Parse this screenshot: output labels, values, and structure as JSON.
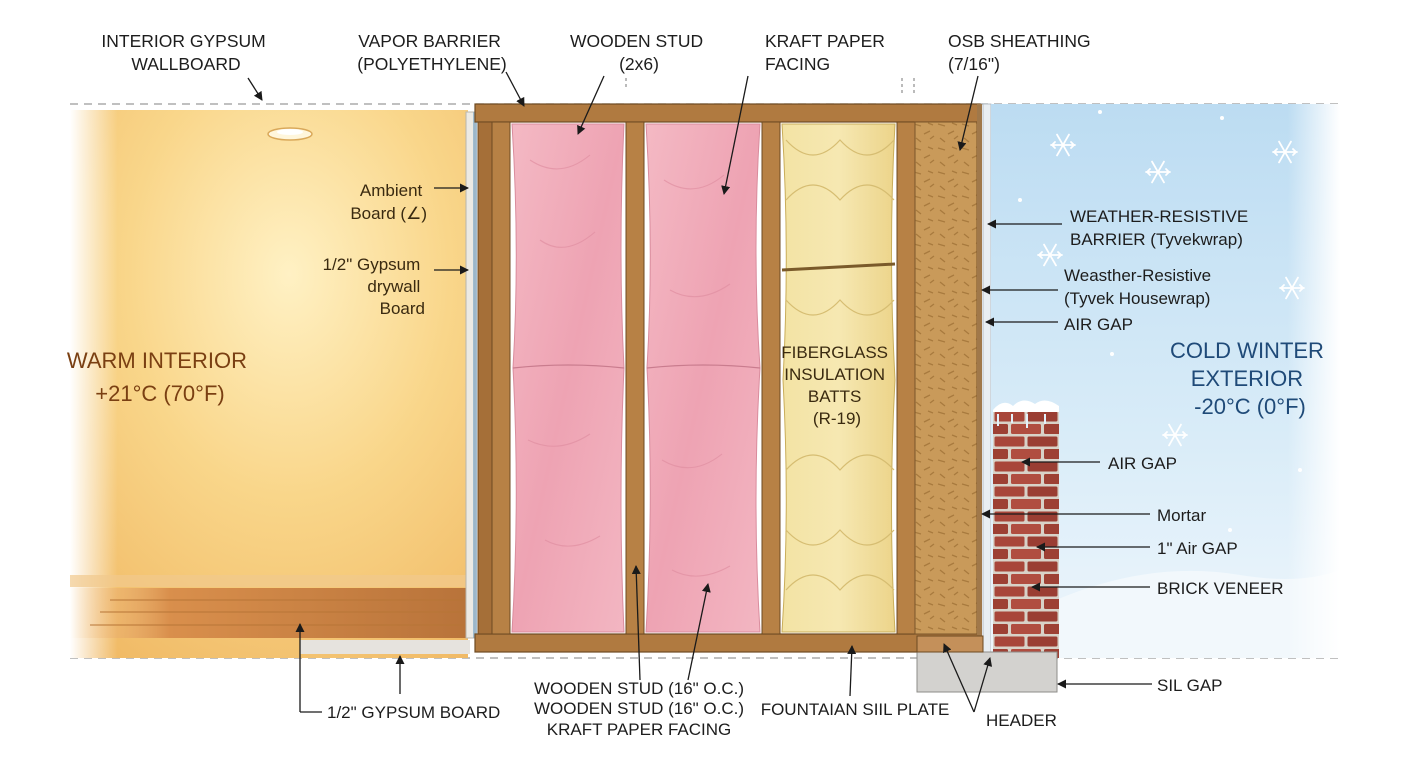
{
  "diagram": {
    "top_labels": {
      "interior_gypsum": [
        "INTERIOR GYPSUM",
        "WALLBOARD"
      ],
      "vapor_barrier": [
        "VAPOR BARRIER",
        "(POLYETHYLENE)"
      ],
      "wooden_stud_top": [
        "WOODEN STUD",
        "(2x6)"
      ],
      "kraft_top": [
        "KRAFT PAPER",
        "FACING"
      ],
      "osb": [
        "OSB SHEATHING",
        "(7/16\")"
      ]
    },
    "left_labels": {
      "ambient_board": [
        "Ambient",
        "Board (∠)"
      ],
      "half_gypsum_drywall": [
        "1/2\" Gypsum",
        "drywall",
        "Board"
      ]
    },
    "zones": {
      "warm_interior": [
        "WARM INTERIOR",
        "+21°C (70°F)"
      ],
      "cold_exterior": [
        "COLD WINTER",
        "EXTERIOR",
        "-20°C (0°F)"
      ],
      "fiberglass": [
        "FIBERGLASS",
        "INSULATION",
        "BATTS",
        "(R-19)"
      ]
    },
    "right_labels": {
      "wrb_caps": [
        "WEATHER-RESISTIVE",
        "BARRIER (Tyvekwrap)"
      ],
      "wrb_house": [
        "Weasther-Resistive",
        "(Tyvek Housewrap)"
      ],
      "air_gap_1": "AIR GAP",
      "air_gap_2": "AIR GAP",
      "mortar": "Mortar",
      "one_inch_air_gap": "1\" Air GAP",
      "brick_veneer": "BRICK VENEER",
      "sil_gap": "SIL GAP"
    },
    "bottom_labels": {
      "half_gypsum_board": "1/2\" GYPSUM BOARD",
      "stud_oc_1": "WOODEN STUD (16\" O.C.)",
      "stud_oc_2": "WOODEN STUD (16\" O.C.)",
      "kraft_bottom": "KRAFT PAPER FACING",
      "sill_plate": "FOUNTAIAN SIIL PLATE",
      "header": "HEADER"
    },
    "colors": {
      "warm": "#f6c670",
      "wood": "#a9743c",
      "pink_insulation": "#efaab7",
      "fiberglass": "#f0dc92",
      "osb": "#c99a5a",
      "brick": "#a8463a",
      "cold": "#d3e8f6"
    },
    "icons": [
      "ceiling-light-icon",
      "snowflake-icon"
    ]
  }
}
